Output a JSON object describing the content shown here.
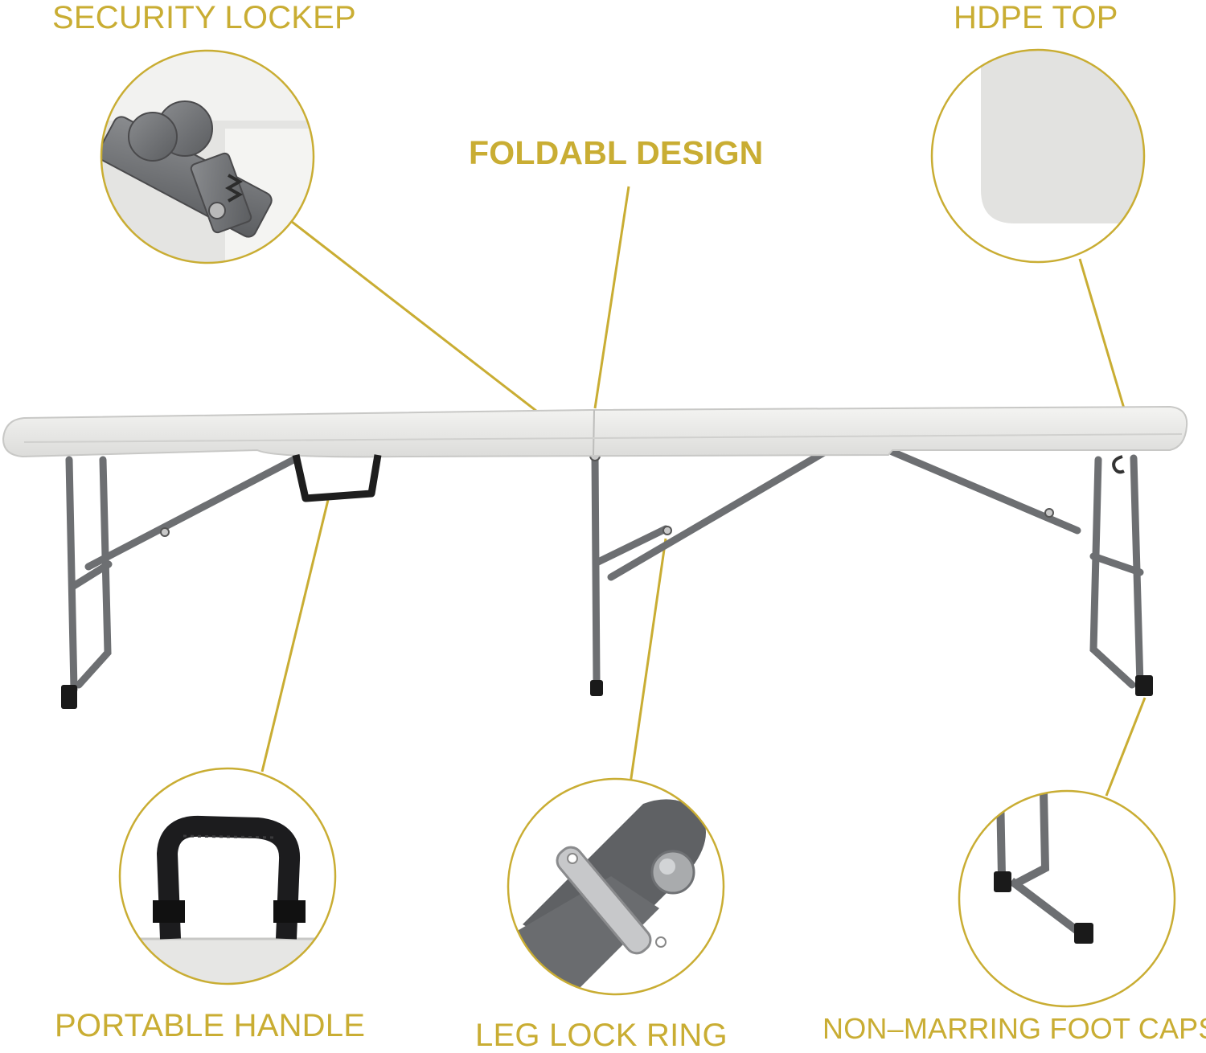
{
  "labels": {
    "security_lock": "SECURITY LOCKEP",
    "hdpe_top": "HDPE TOP",
    "foldable_design": "FOLDABL DESIGN",
    "portable_handle": "PORTABLE HANDLE",
    "leg_lock_ring": "LEG LOCK RING",
    "foot_caps": "NON–MARRING FOOT CAPS"
  },
  "colors": {
    "accent": "#c9ad33",
    "bench_top": "#ececea",
    "frame": "#6d6f72",
    "foot_cap": "#1a1a1a",
    "handle": "#222222",
    "background": "#ffffff"
  }
}
